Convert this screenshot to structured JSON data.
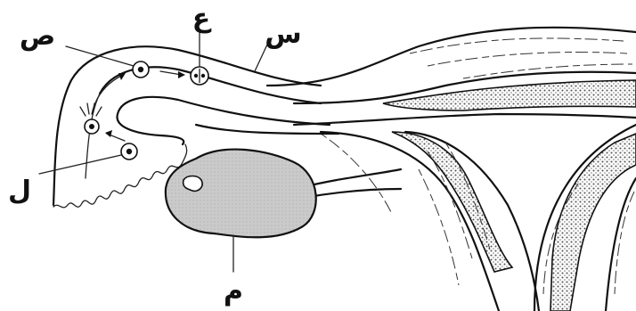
{
  "labels": {
    "oviduct": "س",
    "egg_moving": "ص",
    "fertilized_egg": "ع",
    "released_egg": "ل",
    "ovary": "م"
  },
  "colors": {
    "ovary_fill": "#c9c9c9",
    "line": "#111111",
    "dots": "#555555"
  }
}
